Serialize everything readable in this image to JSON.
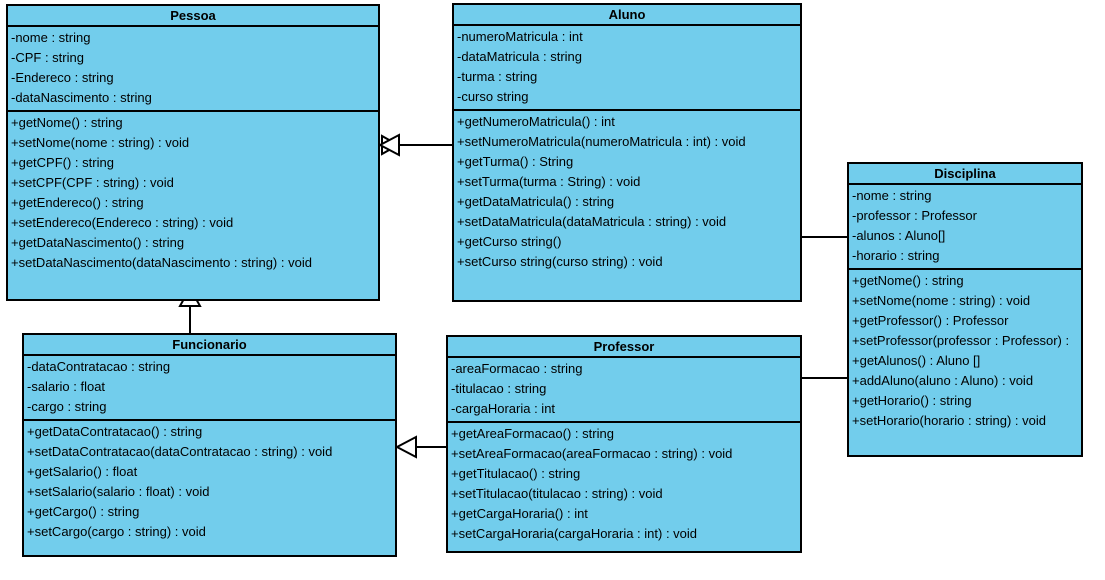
{
  "diagram": {
    "kind": "uml-class-diagram",
    "fill_color": "#72CDEC",
    "border_color": "#000000",
    "background_color": "#FFFFFF",
    "classes": [
      {
        "id": "pessoa",
        "name": "Pessoa",
        "attributes": [
          "-nome : string",
          "-CPF : string",
          "-Endereco : string",
          "-dataNascimento : string"
        ],
        "operations": [
          "+getNome() : string",
          "+setNome(nome : string) : void",
          "+getCPF() : string",
          "+setCPF(CPF : string) : void",
          "+getEndereco() : string",
          "+setEndereco(Endereco : string) : void",
          "+getDataNascimento() : string",
          "+setDataNascimento(dataNascimento : string) : void"
        ]
      },
      {
        "id": "aluno",
        "name": "Aluno",
        "attributes": [
          "-numeroMatricula : int",
          "-dataMatricula : string",
          "-turma : string",
          "-curso string"
        ],
        "operations": [
          "+getNumeroMatricula() : int",
          "+setNumeroMatricula(numeroMatricula : int) : void",
          "+getTurma() : String",
          "+setTurma(turma : String) : void",
          "+getDataMatricula() : string",
          "+setDataMatricula(dataMatricula : string) : void",
          "+getCurso string()",
          "+setCurso string(curso string) : void"
        ]
      },
      {
        "id": "disciplina",
        "name": "Disciplina",
        "attributes": [
          "-nome : string",
          "-professor : Professor",
          "-alunos : Aluno[]",
          "-horario : string"
        ],
        "operations": [
          "+getNome() : string",
          "+setNome(nome : string) : void",
          "+getProfessor() : Professor",
          "+setProfessor(professor : Professor) :",
          "+getAlunos() : Aluno []",
          "+addAluno(aluno : Aluno) : void",
          "+getHorario() : string",
          "+setHorario(horario : string) : void"
        ]
      },
      {
        "id": "funcionario",
        "name": "Funcionario",
        "attributes": [
          "-dataContratacao : string",
          "-salario : float",
          "-cargo : string"
        ],
        "operations": [
          "+getDataContratacao() : string",
          "+setDataContratacao(dataContratacao : string) : void",
          "+getSalario() : float",
          "+setSalario(salario : float) : void",
          "+getCargo() : string",
          "+setCargo(cargo : string) : void"
        ]
      },
      {
        "id": "professor",
        "name": "Professor",
        "attributes": [
          "-areaFormacao : string",
          "-titulacao : string",
          "-cargaHoraria : int"
        ],
        "operations": [
          "+getAreaFormacao() : string",
          "+setAreaFormacao(areaFormacao : string) : void",
          "+getTitulacao() : string",
          "+setTitulacao(titulacao : string) : void",
          "+getCargaHoraria() : int",
          "+setCargaHoraria(cargaHoraria : int) : void"
        ]
      }
    ],
    "relationships": [
      {
        "id": "aluno-pessoa",
        "type": "generalization",
        "from": "Aluno",
        "to": "Pessoa"
      },
      {
        "id": "funcionario-pessoa",
        "type": "generalization",
        "from": "Funcionario",
        "to": "Pessoa"
      },
      {
        "id": "professor-funcionario",
        "type": "generalization",
        "from": "Professor",
        "to": "Funcionario"
      },
      {
        "id": "aluno-disciplina",
        "type": "association",
        "from": "Aluno",
        "to": "Disciplina"
      },
      {
        "id": "professor-disciplina",
        "type": "association",
        "from": "Professor",
        "to": "Disciplina"
      }
    ]
  }
}
